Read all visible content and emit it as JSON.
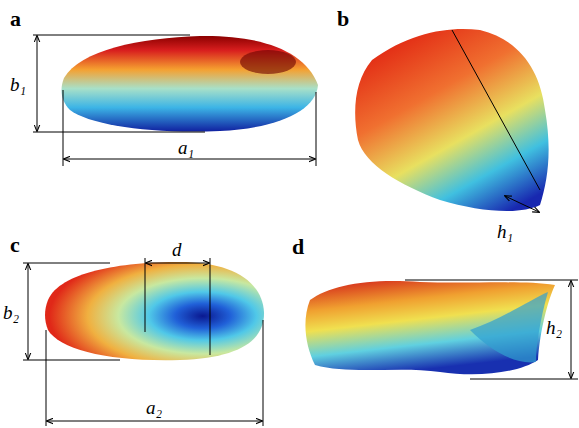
{
  "diagram": {
    "labels": [
      "a",
      "b₁",
      "a₁",
      "b",
      "h₁",
      "c",
      "d",
      "b₂",
      "a₂",
      "d",
      "h₂"
    ]
  }
}
